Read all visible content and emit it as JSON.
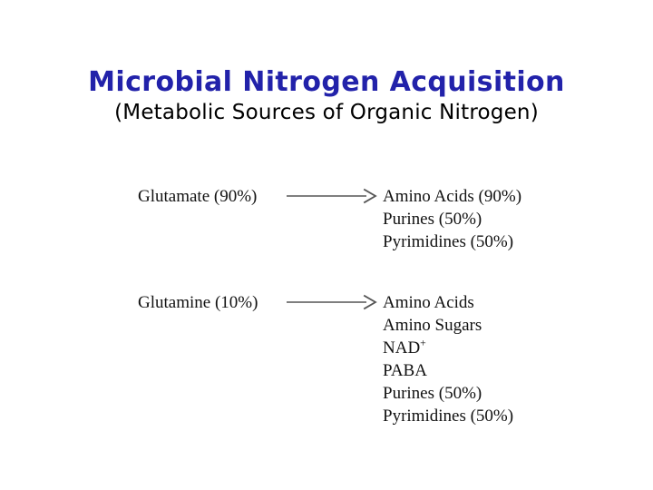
{
  "slide": {
    "background_color": "#ffffff",
    "title": "Microbial Nitrogen Acquisition",
    "title_color": "#2222aa",
    "subtitle": "(Metabolic Sources of Organic Nitrogen)",
    "subtitle_color": "#000000"
  },
  "diagram": {
    "arrow_icon_name": "rightwards-arrow-icon",
    "arrow_color": "#555555",
    "groups": [
      {
        "source": "Glutamate (90%)",
        "products": [
          {
            "text": "Amino Acids (90%)"
          },
          {
            "text": "Purines (50%)"
          },
          {
            "text": "Pyrimidines (50%)"
          }
        ]
      },
      {
        "source": "Glutamine (10%)",
        "products": [
          {
            "text": "Amino Acids"
          },
          {
            "text": "Amino Sugars"
          },
          {
            "text": "NAD",
            "superscript": "+"
          },
          {
            "text": "PABA"
          },
          {
            "text": "Purines (50%)"
          },
          {
            "text": "Pyrimidines (50%)"
          }
        ]
      }
    ]
  }
}
